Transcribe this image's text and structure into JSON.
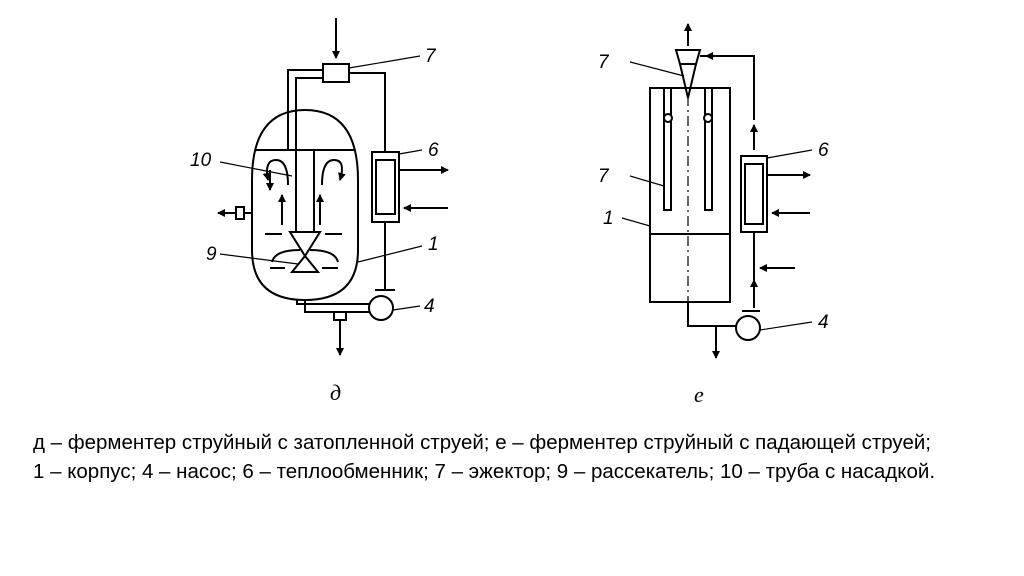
{
  "diagram_d": {
    "sublabel": "д",
    "labels": {
      "l7": "7",
      "l10": "10",
      "l6": "6",
      "l9": "9",
      "l1": "1",
      "l4": "4"
    }
  },
  "diagram_e": {
    "sublabel": "е",
    "labels": {
      "l7a": "7",
      "l7b": "7",
      "l6": "6",
      "l1": "1",
      "l4": "4"
    }
  },
  "caption": {
    "line1": "д – ферментер струйный с затопленной струей; е – ферментер струйный с падающей струей;",
    "line2": "1 – корпус; 4 – насос; 6 – теплообменник; 7 – эжектор; 9 – рассекатель; 10 – труба с насадкой."
  }
}
